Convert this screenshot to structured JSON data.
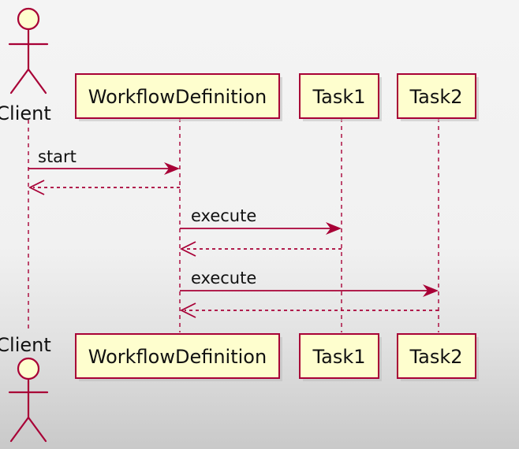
{
  "participants": {
    "client": "Client",
    "workflow": "WorkflowDefinition",
    "task1": "Task1",
    "task2": "Task2"
  },
  "messages": [
    {
      "from": "Client",
      "to": "WorkflowDefinition",
      "label": "start",
      "kind": "sync"
    },
    {
      "from": "WorkflowDefinition",
      "to": "Client",
      "label": "",
      "kind": "return"
    },
    {
      "from": "WorkflowDefinition",
      "to": "Task1",
      "label": "execute",
      "kind": "sync"
    },
    {
      "from": "Task1",
      "to": "WorkflowDefinition",
      "label": "",
      "kind": "return"
    },
    {
      "from": "WorkflowDefinition",
      "to": "Task2",
      "label": "execute",
      "kind": "sync"
    },
    {
      "from": "Task2",
      "to": "WorkflowDefinition",
      "label": "",
      "kind": "return"
    }
  ],
  "colors": {
    "border": "#a80036",
    "fill": "#fefece",
    "background": "#f1f1f1"
  }
}
